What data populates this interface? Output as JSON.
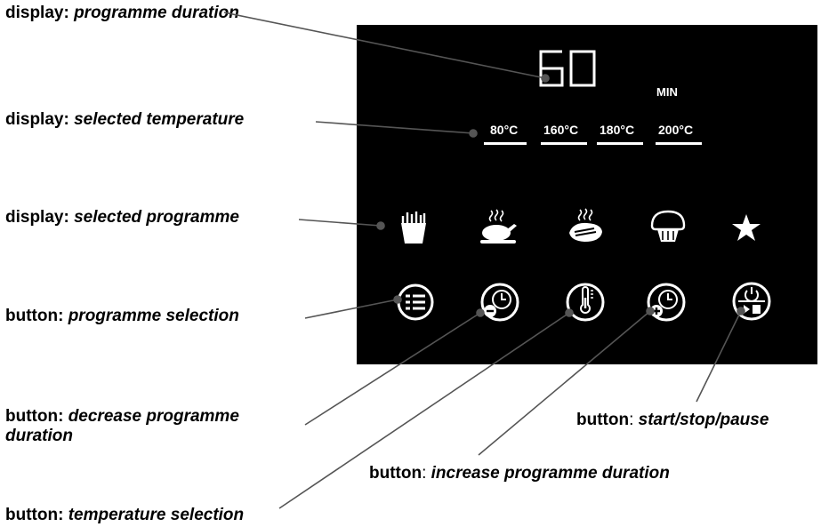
{
  "panel": {
    "display_value": "60",
    "display_unit": "MIN",
    "temperatures": [
      "80°C",
      "160°C",
      "180°C",
      "200°C"
    ],
    "programmes": [
      "fries-icon",
      "chicken-icon",
      "steak-icon",
      "muffin-icon",
      "star-icon"
    ],
    "buttons": [
      "programme-list-icon",
      "timer-minus-icon",
      "thermometer-icon",
      "timer-plus-icon",
      "power-play-stop-icon"
    ]
  },
  "callouts": {
    "programme_duration": {
      "prefix": "display: ",
      "value": "programme duration"
    },
    "selected_temperature": {
      "prefix": "display: ",
      "value": "selected temperature"
    },
    "selected_programme": {
      "prefix": "display: ",
      "value": "selected programme"
    },
    "programme_selection": {
      "prefix": "button: ",
      "value": "programme selection"
    },
    "decrease_duration": {
      "prefix": "button: ",
      "value": "decrease programme",
      "value2": "duration"
    },
    "start_stop_pause": {
      "prefix": "button",
      "sep": ": ",
      "value": "start/stop/pause"
    },
    "increase_duration": {
      "prefix": "button",
      "sep": ": ",
      "value": "increase programme duration"
    },
    "temperature_selection": {
      "prefix": "button: ",
      "value": "temperature selection"
    }
  }
}
